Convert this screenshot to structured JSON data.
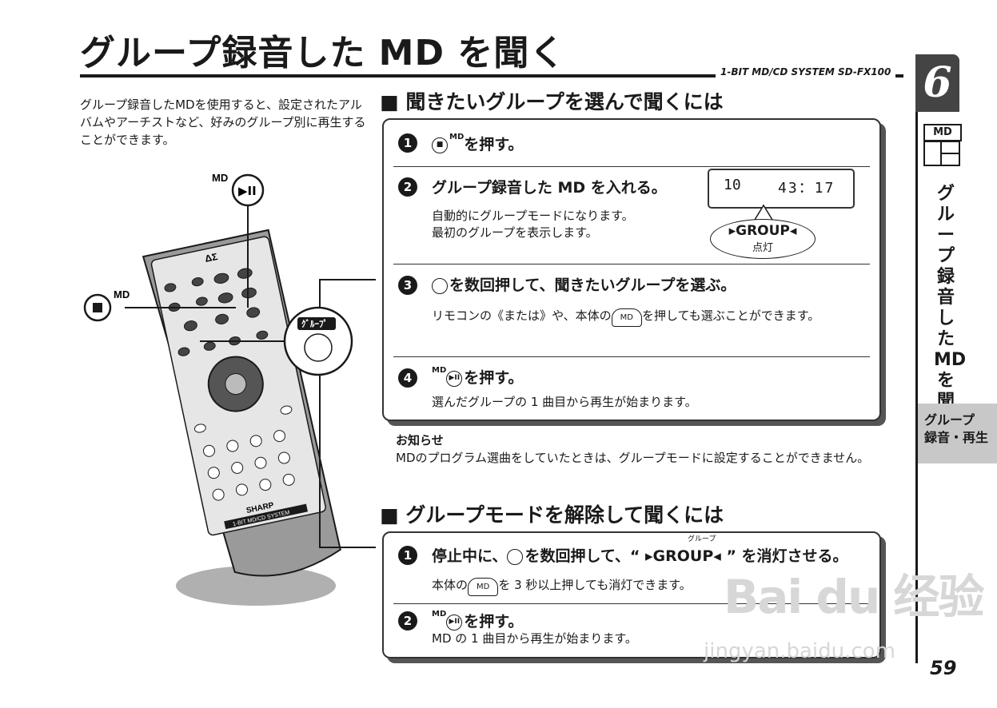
{
  "title": "グループ録音した MD を聞く",
  "subtitle": "1-BIT MD/CD SYSTEM  SD-FX100",
  "intro": "グループ録音したMDを使用すると、設定されたアルバムやアーチストなど、好みのグループ別に再生することができます。",
  "remote": {
    "md_play_label": "MD",
    "md_stop_label": "MD",
    "group_button_label": "ｸﾞﾙｰﾌﾟ",
    "brand": "SHARP",
    "model": "1-BIT MD/CD SYSTEM"
  },
  "section1": {
    "heading": "■ 聞きたいグループを選んで聞くには",
    "step1": {
      "num": "1",
      "sup": "MD",
      "text": "を押す。"
    },
    "step2": {
      "num": "2",
      "text": "グループ録音した MD を入れる。",
      "desc1": "自動的にグループモードになります。",
      "desc2": "最初のグループを表示します。"
    },
    "lcd": {
      "left": "10",
      "right": "43：17"
    },
    "bubble": {
      "label": "▸GROUP◂",
      "sub": "点灯"
    },
    "step3": {
      "num": "3",
      "text": "を数回押して、聞きたいグループを選ぶ。",
      "desc_a": "リモコンの",
      "desc_b": "または",
      "desc_c": "や、本体の",
      "desc_d": "を押しても選ぶことができます。"
    },
    "step4": {
      "num": "4",
      "sup": "MD",
      "text": "を押す。",
      "desc": "選んだグループの 1 曲目から再生が始まります。"
    }
  },
  "notice": {
    "heading": "お知らせ",
    "body": "MDのプログラム選曲をしていたときは、グループモードに設定することができません。"
  },
  "section2": {
    "heading": "■ グループモードを解除して聞くには",
    "step1": {
      "num": "1",
      "text_a": "停止中に、",
      "text_b": "を数回押して、“ ▸GROUP◂ ” を消灯させる。",
      "ruby": "グループ",
      "desc_a": "本体の",
      "desc_b": "を 3 秒以上押しても消灯できます。"
    },
    "step2": {
      "num": "2",
      "sup": "MD",
      "text": "を押す。",
      "desc": "MD の 1 曲目から再生が始まります。"
    }
  },
  "side": {
    "chapter": "6",
    "badge": "MD",
    "vertical": "グループ録音したMDを聞く",
    "tab_line1": "グループ",
    "tab_line2": "録音・再生"
  },
  "page_number": "59",
  "watermark": {
    "main": "Bai du 经验",
    "sub": "jingyan.baidu.com"
  }
}
